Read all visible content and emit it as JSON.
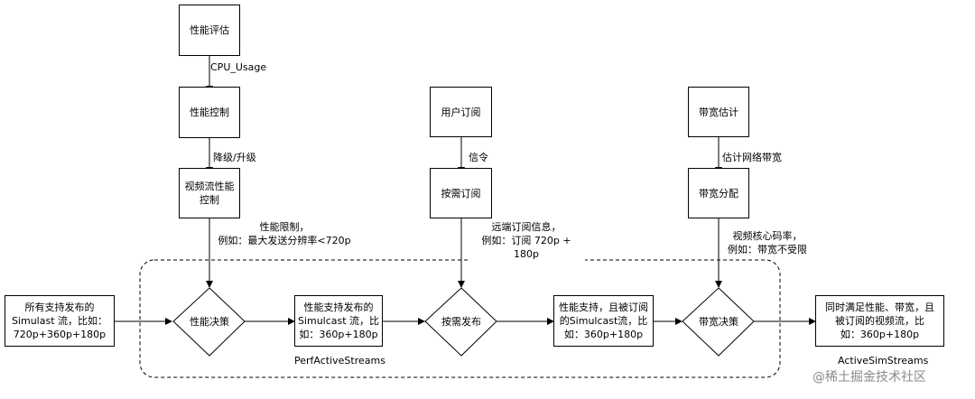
{
  "boxes": {
    "perf_eval": "性能评估",
    "perf_ctrl": "性能控制",
    "video_perf_ctrl": "视频流性能\n控制",
    "user_sub": "用户订阅",
    "on_demand_sub": "按需订阅",
    "bw_est": "带宽估计",
    "bw_alloc": "带宽分配",
    "all_streams": "所有支持发布的\nSimulast 流，比如：\n720p+360p+180p",
    "perf_streams": "性能支持发布的\nSimulcast 流，比\n如：360p+180p",
    "sub_streams": "性能支持，且被订阅\n的Simulcast流，比\n如：360p+180p",
    "final_streams": "同时满足性能、带宽，且\n被订阅的视频流，比\n如：360p+180p"
  },
  "decisions": {
    "perf_decision": "性能决策",
    "on_demand_pub": "按需发布",
    "bw_decision": "带宽决策"
  },
  "labels": {
    "cpu_usage": "CPU_Usage",
    "degrade_upgrade": "降级/升级",
    "perf_limit": "性能限制，\n例如：最大发送分辨率<720p",
    "signaling": "信令",
    "remote_sub_info": "远端订阅信息，\n例如：订阅 720p + 180p",
    "est_net_bw": "估计网络带宽",
    "video_core_bitrate": "视频核心码率，\n例如：带宽不受限",
    "perf_active_streams": "PerfActiveStreams",
    "active_sim_streams": "ActiveSimStreams"
  },
  "watermark": "@稀土掘金技术社区"
}
